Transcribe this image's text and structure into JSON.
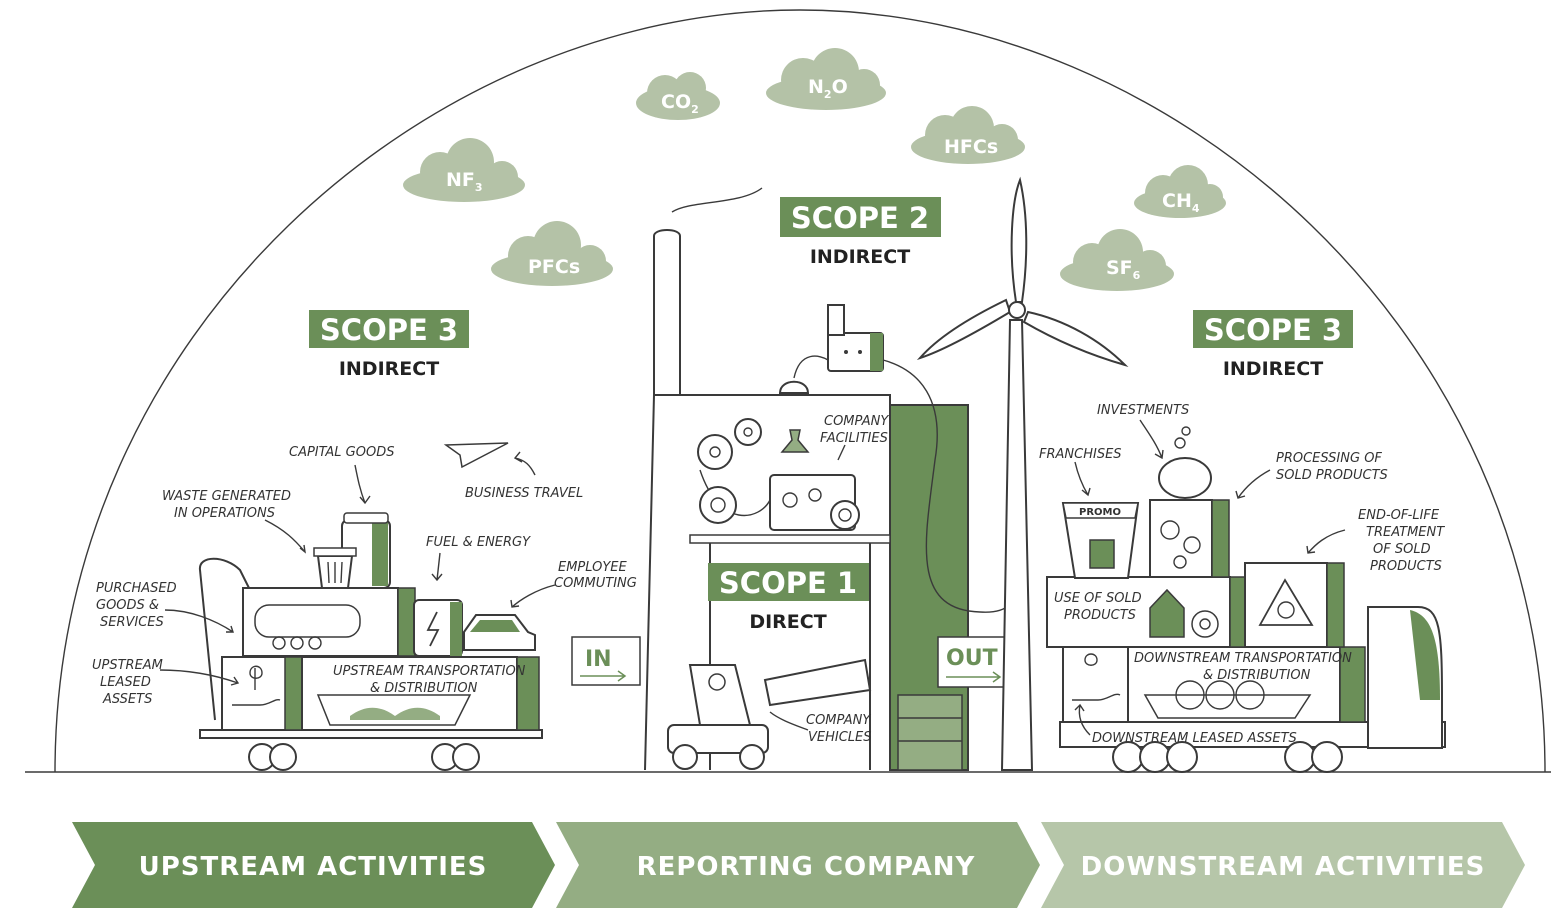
{
  "colors": {
    "dark_green": "#6b8f58",
    "mid_green": "#94ad83",
    "light_green": "#b6c6a9",
    "cloud": "#b4c2a7",
    "line": "#3a3a3a"
  },
  "gases": {
    "co2": {
      "main": "CO",
      "sub": "2"
    },
    "n2o": {
      "main": "N",
      "sub": "2",
      "tail": "O"
    },
    "hfcs": {
      "main": "HFCs"
    },
    "nf3": {
      "main": "NF",
      "sub": "3"
    },
    "pfcs": {
      "main": "PFCs"
    },
    "ch4": {
      "main": "CH",
      "sub": "4"
    },
    "sf6": {
      "main": "SF",
      "sub": "6"
    }
  },
  "scopes": {
    "scope2": {
      "title": "SCOPE 2",
      "subtitle": "INDIRECT"
    },
    "scope3_left": {
      "title": "SCOPE 3",
      "subtitle": "INDIRECT"
    },
    "scope3_right": {
      "title": "SCOPE 3",
      "subtitle": "INDIRECT"
    },
    "scope1": {
      "title": "SCOPE 1",
      "subtitle": "DIRECT"
    }
  },
  "labels": {
    "capital_goods": "CAPITAL GOODS",
    "business_travel": "BUSINESS TRAVEL",
    "waste_1": "WASTE GENERATED",
    "waste_2": "IN OPERATIONS",
    "fuel_energy": "FUEL & ENERGY",
    "employee_1": "EMPLOYEE",
    "employee_2": "COMMUTING",
    "purchased_1": "PURCHASED",
    "purchased_2": "GOODS &",
    "purchased_3": "SERVICES",
    "upstream_leased_1": "UPSTREAM",
    "upstream_leased_2": "LEASED",
    "upstream_leased_3": "ASSETS",
    "upstream_transport_1": "UPSTREAM TRANSPORTATION",
    "upstream_transport_2": "& DISTRIBUTION",
    "company_facilities_1": "COMPANY",
    "company_facilities_2": "FACILITIES",
    "company_vehicles_1": "COMPANY",
    "company_vehicles_2": "VEHICLES",
    "investments": "INVESTMENTS",
    "franchises": "FRANCHISES",
    "promo": "PROMO",
    "processing_1": "PROCESSING OF",
    "processing_2": "SOLD PRODUCTS",
    "end_of_life_1": "END-OF-LIFE",
    "end_of_life_2": "TREATMENT",
    "end_of_life_3": "OF SOLD",
    "end_of_life_4": "PRODUCTS",
    "use_of_sold_1": "USE OF SOLD",
    "use_of_sold_2": "PRODUCTS",
    "downstream_transport_1": "DOWNSTREAM TRANSPORTATION",
    "downstream_transport_2": "& DISTRIBUTION",
    "downstream_leased": "DOWNSTREAM LEASED ASSETS",
    "in": "IN",
    "out": "OUT"
  },
  "bottom_arrows": {
    "upstream": "UPSTREAM ACTIVITIES",
    "reporting": "REPORTING COMPANY",
    "downstream": "DOWNSTREAM ACTIVITIES"
  }
}
